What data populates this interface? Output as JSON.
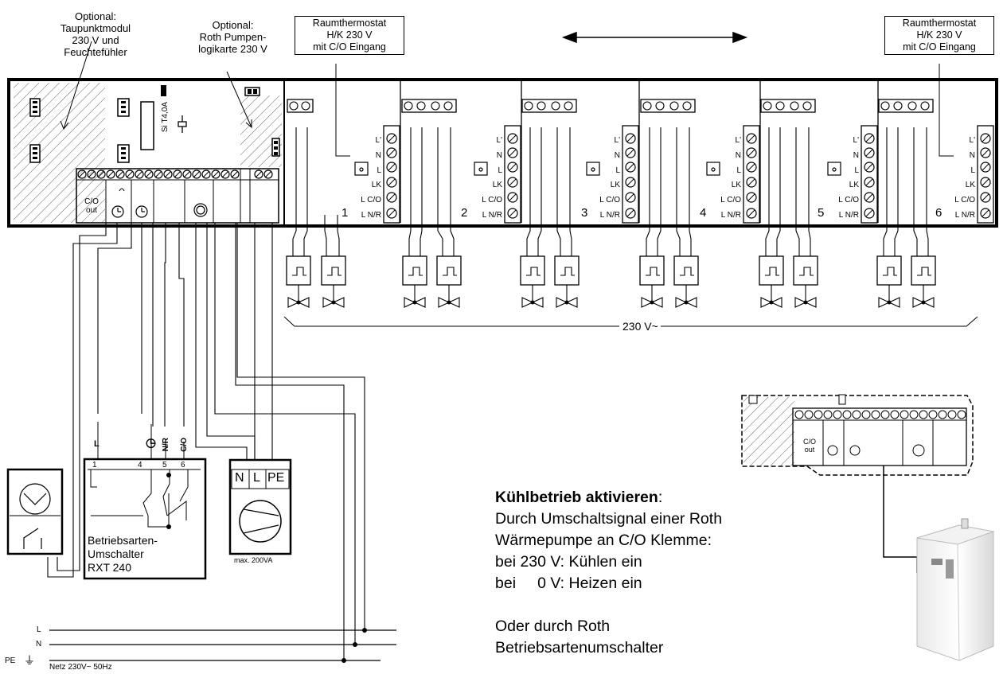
{
  "labels": {
    "optional_taupunkt": [
      "Optional:",
      "Taupunktmodul",
      "230 V und",
      "Feuchtefühler"
    ],
    "optional_pumpe": [
      "Optional:",
      "Roth Pumpen-",
      "logikarte 230 V"
    ],
    "thermostat_left": [
      "Raumthermostat",
      "H/K 230 V",
      "mit C/O Eingang"
    ],
    "thermostat_right": [
      "Raumthermostat",
      "H/K 230 V",
      "mit C/O Eingang"
    ],
    "fuse": "Si T4,0A",
    "voltage": "230 V~",
    "max_power": "max. 200VA",
    "mains_L": "L",
    "mains_N": "N",
    "mains_PE": "PE",
    "mains": "Netz 230V~ 50Hz",
    "switch_title": [
      "Betriebsarten-",
      "Umschalter",
      "RXT 240"
    ],
    "switch_pins": [
      "1",
      "4",
      "5",
      "6"
    ],
    "switch_top_L": "L",
    "switch_top_nr": "N/R",
    "switch_top_co": "C/O",
    "pump_terminals": [
      "N",
      "L",
      "PE"
    ],
    "co_out": [
      "C/O",
      "out"
    ],
    "terminal_labels": [
      "L'",
      "N",
      "L",
      "LK",
      "L C/O",
      "L N/R"
    ],
    "zones": [
      "1",
      "2",
      "3",
      "4",
      "5",
      "6"
    ]
  },
  "text": {
    "heading": "Kühlbetrieb aktivieren",
    "heading_colon": ":",
    "lines": [
      "Durch Umschaltsignal einer Roth",
      "Wärmepumpe an C/O Klemme:",
      "bei 230 V: Kühlen ein",
      "bei     0 V: Heizen ein",
      "",
      "Oder durch Roth",
      "Betriebsartenumschalter"
    ]
  },
  "colors": {
    "line": "#000000",
    "hatch": "#555555",
    "background": "#ffffff",
    "device": "#eeeeee"
  }
}
